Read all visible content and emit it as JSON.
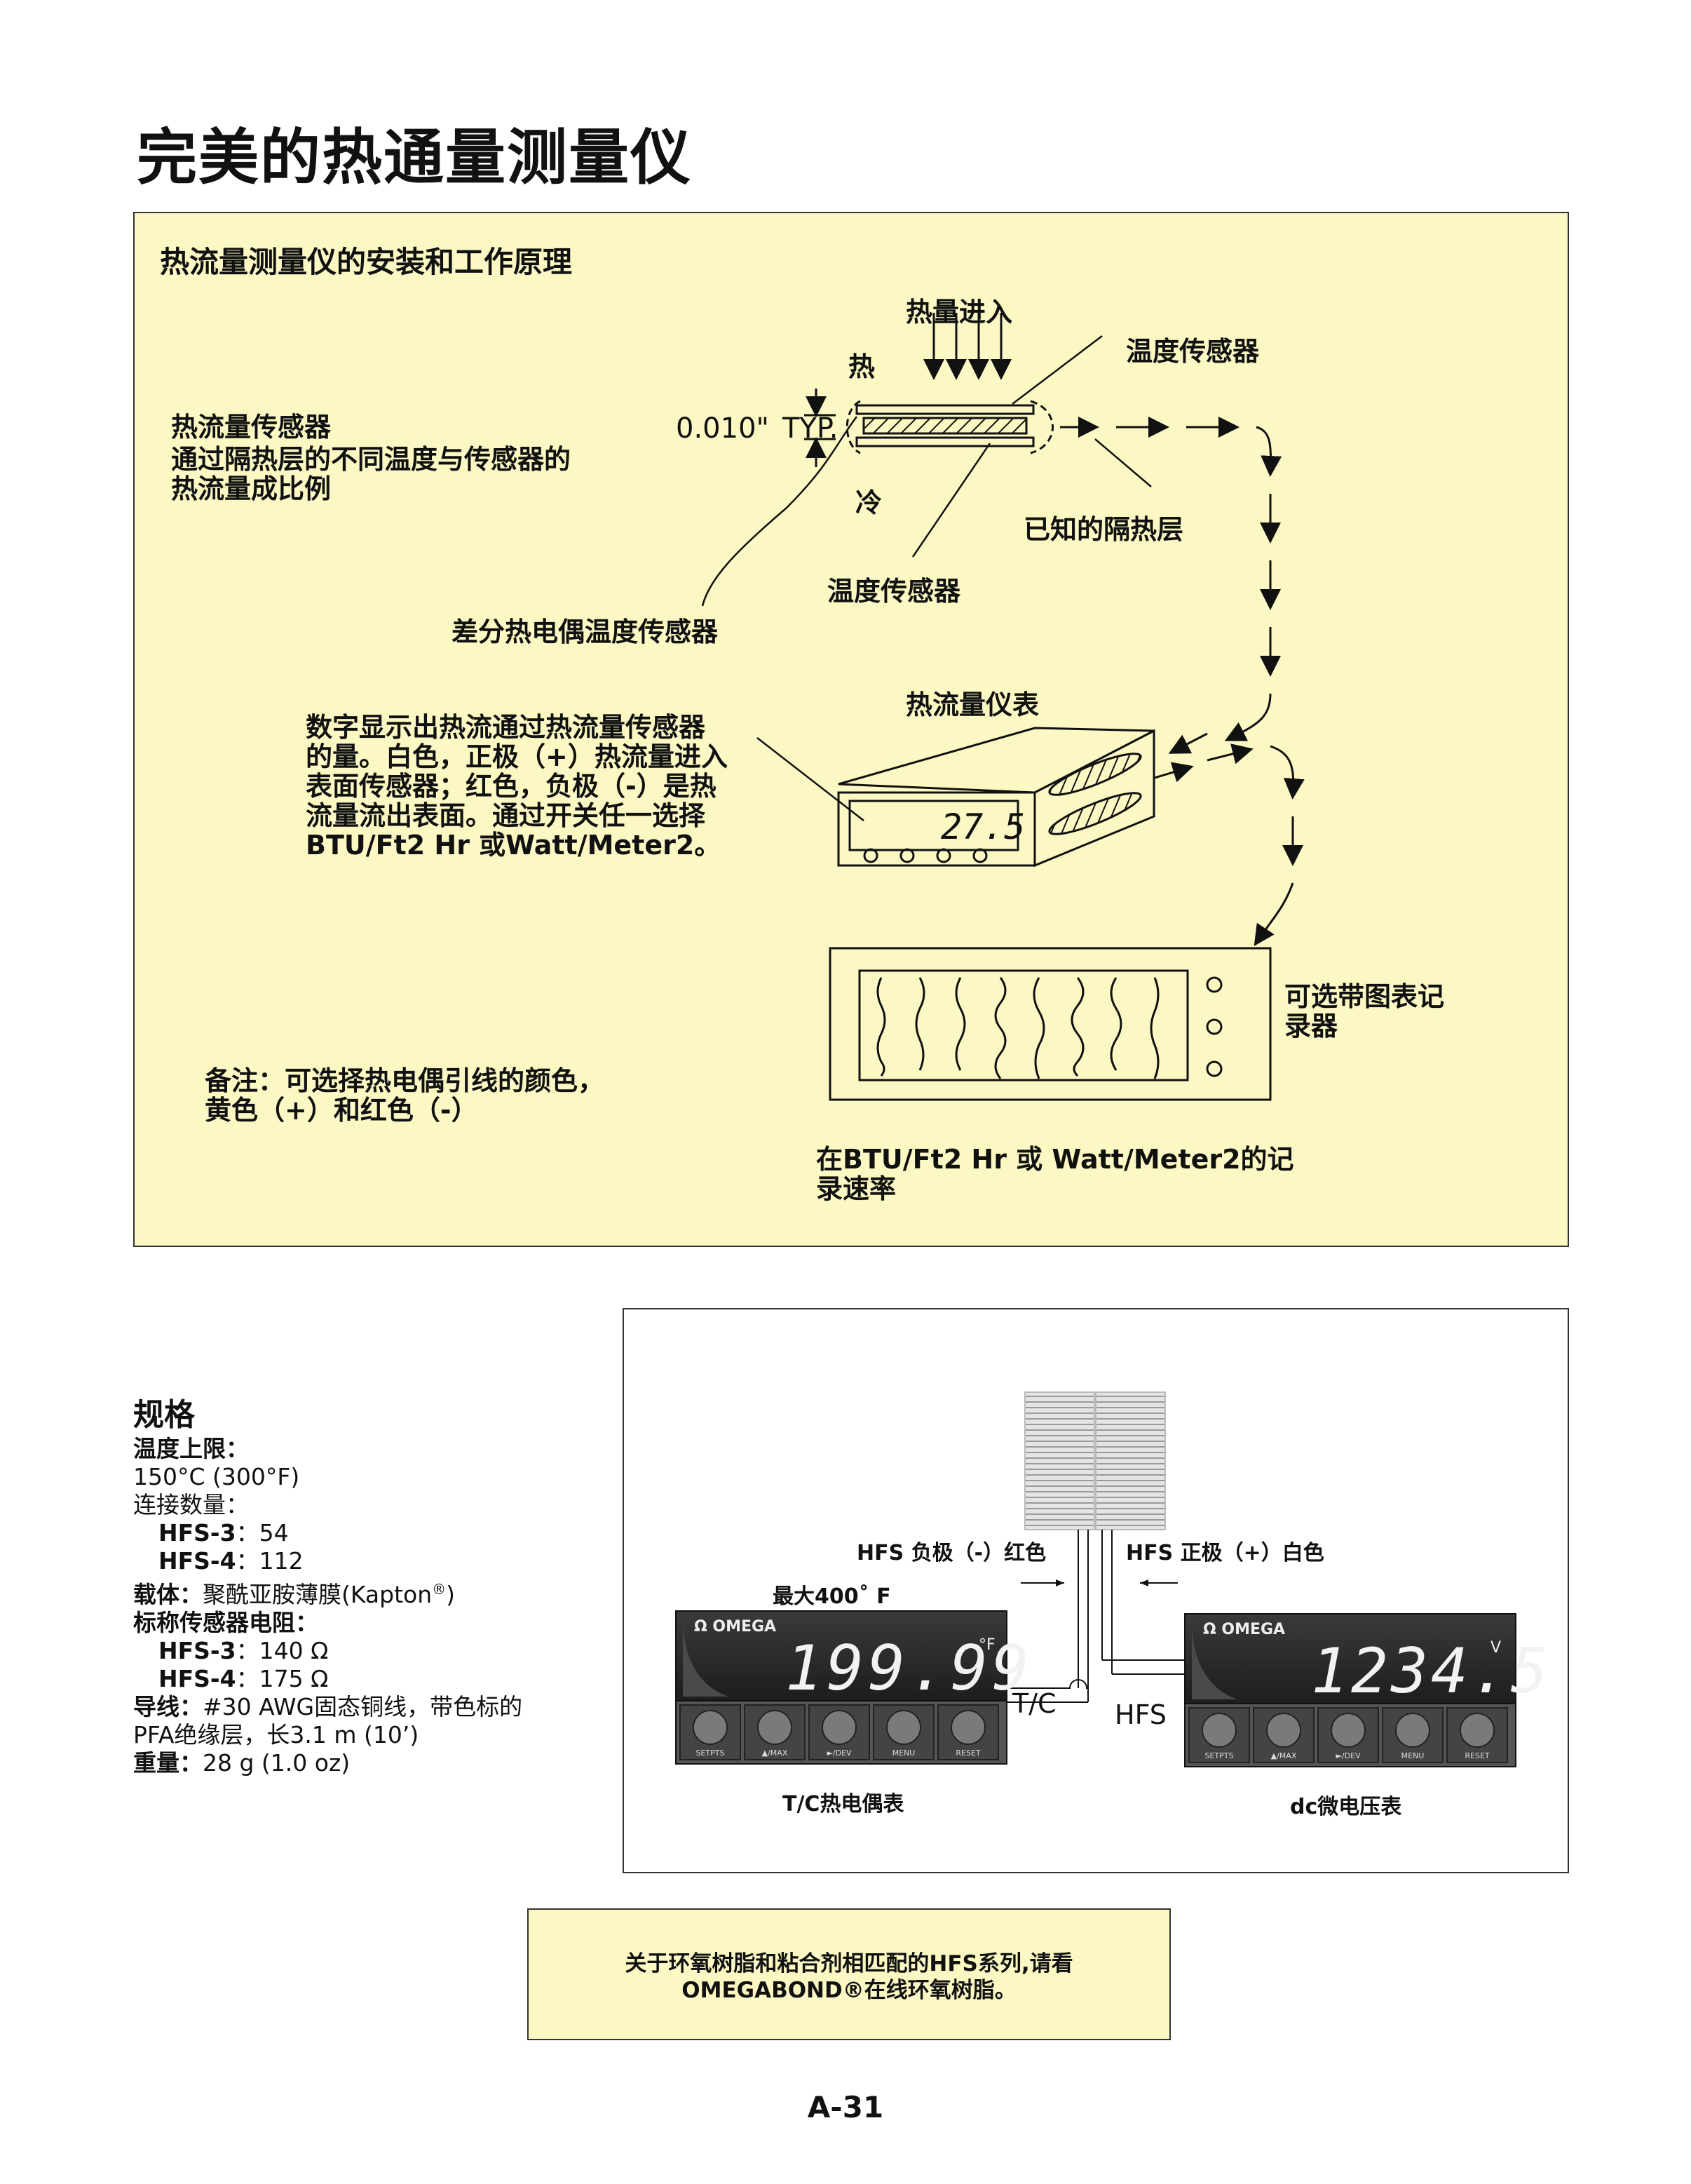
{
  "page": {
    "title": "完美的热通量测量仪",
    "page_number": "A-31"
  },
  "principle": {
    "heading": "热流量测量仪的安装和工作原理",
    "heat_in": "热量进入",
    "hot": "热",
    "cold": "冷",
    "temp_sensor_top": "温度传感器",
    "temp_sensor_bottom": "温度传感器",
    "thickness": "0.010\"",
    "typ": "TYP.",
    "barrier": "已知的隔热层",
    "sensor_title": "热流量传感器",
    "sensor_desc": [
      "通过隔热层的不同温度与传感器的",
      "热流量成比例"
    ],
    "thermocouple": "差分热电偶温度传感器",
    "meter_label": "热流量仪表",
    "meter_display": "27.5",
    "display_desc": [
      "数字显示出热流通过热流量传感器",
      "的量。白色，正极（+）热流量进入",
      "表面传感器；红色，负极（-）是热",
      "流量流出表面。通过开关任一选择",
      "BTU/Ft2 Hr 或Watt/Meter2。"
    ],
    "recorder_label": [
      "可选带图表记",
      "录器"
    ],
    "recorder_desc": [
      "在BTU/Ft2 Hr 或 Watt/Meter2的记",
      "录速率"
    ],
    "remark": [
      "备注：可选择热电偶引线的颜色，",
      "黄色（+）和红色（-）"
    ]
  },
  "specs": {
    "heading": "规格",
    "temp_limit_label": "温度上限：",
    "temp_limit_value": "150°C (300°F)",
    "junctions_label": "连接数量：",
    "junctions": [
      {
        "model": "HFS-3",
        "sep": "：",
        "value": "54"
      },
      {
        "model": "HFS-4",
        "sep": "：",
        "value": "112"
      }
    ],
    "carrier_label": "载体：",
    "carrier_value": "聚酰亚胺薄膜(Kapton",
    "carrier_reg": "®",
    "carrier_close": ")",
    "resistance_label": "标称传感器电阻：",
    "resistance": [
      {
        "model": "HFS-3",
        "sep": "：",
        "value": "140 Ω"
      },
      {
        "model": "HFS-4",
        "sep": "：",
        "value": "175 Ω"
      }
    ],
    "leads_label": "导线：",
    "leads_value_1": "#30 AWG固态铜线，带色标的",
    "leads_value_2": "PFA绝缘层，长3.1 m (10’)",
    "weight_label": "重量：",
    "weight_value": "28 g (1.0 oz)"
  },
  "wiring": {
    "hfs_negative": "HFS 负极（-）红色",
    "hfs_positive": "HFS 正极（+）白色",
    "max_temp": "最大400˚ F",
    "tc_label": "T/C",
    "hfs_label": "HFS",
    "brand": "OMEGA",
    "left_display": "199.99",
    "left_unit": "°F",
    "right_display": "1234.5",
    "right_unit": "V",
    "buttons": [
      "SETPTS",
      "▲/MAX",
      "►/DEV",
      "MENU",
      "RESET"
    ],
    "left_caption": "T/C热电偶表",
    "right_caption": "dc微电压表"
  },
  "note": {
    "lines": [
      "关于环氧树脂和粘合剂相匹配的HFS系列,请看",
      "OMEGABOND®在线环氧树脂。"
    ]
  },
  "colors": {
    "panel_bg": "#fcf8c4",
    "meter_face": "#2b2b2b",
    "digits": "#f2f2f2"
  }
}
